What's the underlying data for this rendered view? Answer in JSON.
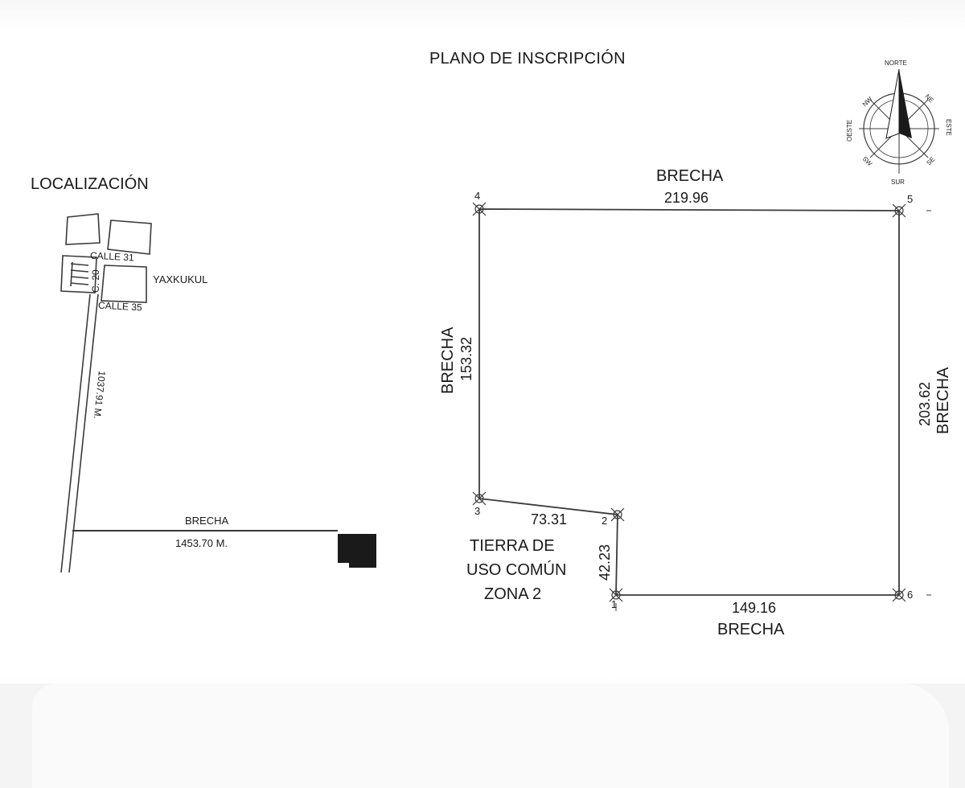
{
  "title": "PLANO DE INSCRIPCIÓN",
  "localizacion": {
    "heading": "LOCALIZACIÓN",
    "street_calle31": "CALLE 31",
    "street_calle35": "CALLE 35",
    "street_c20": "C. 20",
    "town": "YAXKUKUL",
    "road_length": "1037.91 M.",
    "brecha_label": "BRECHA",
    "brecha_length": "1453.70 M."
  },
  "plano": {
    "top_side_label": "BRECHA",
    "top_side_length": "219.96",
    "left_side_label": "BRECHA",
    "left_side_length": "153.32",
    "right_side_label": "BRECHA",
    "right_side_length": "203.62",
    "bottom_side_label": "BRECHA",
    "bottom_side_length": "149.16",
    "segment_3_2_length": "73.31",
    "segment_2_1_length": "42.23",
    "adjacent_line1": "TIERRA DE",
    "adjacent_line2": "USO COMÚN",
    "adjacent_line3": "ZONA 2",
    "vertices": [
      {
        "id": "1"
      },
      {
        "id": "2"
      },
      {
        "id": "3"
      },
      {
        "id": "4"
      },
      {
        "id": "5"
      },
      {
        "id": "6"
      }
    ]
  },
  "compass": {
    "north": "NORTE",
    "south": "SUR",
    "east": "ESTE",
    "west": "OESTE",
    "ne": "NE",
    "nw": "NW",
    "se": "SE",
    "sw": "SW"
  },
  "colors": {
    "ink": "#1a1a1a",
    "line": "#3a3a3a",
    "paper": "#ffffff"
  }
}
